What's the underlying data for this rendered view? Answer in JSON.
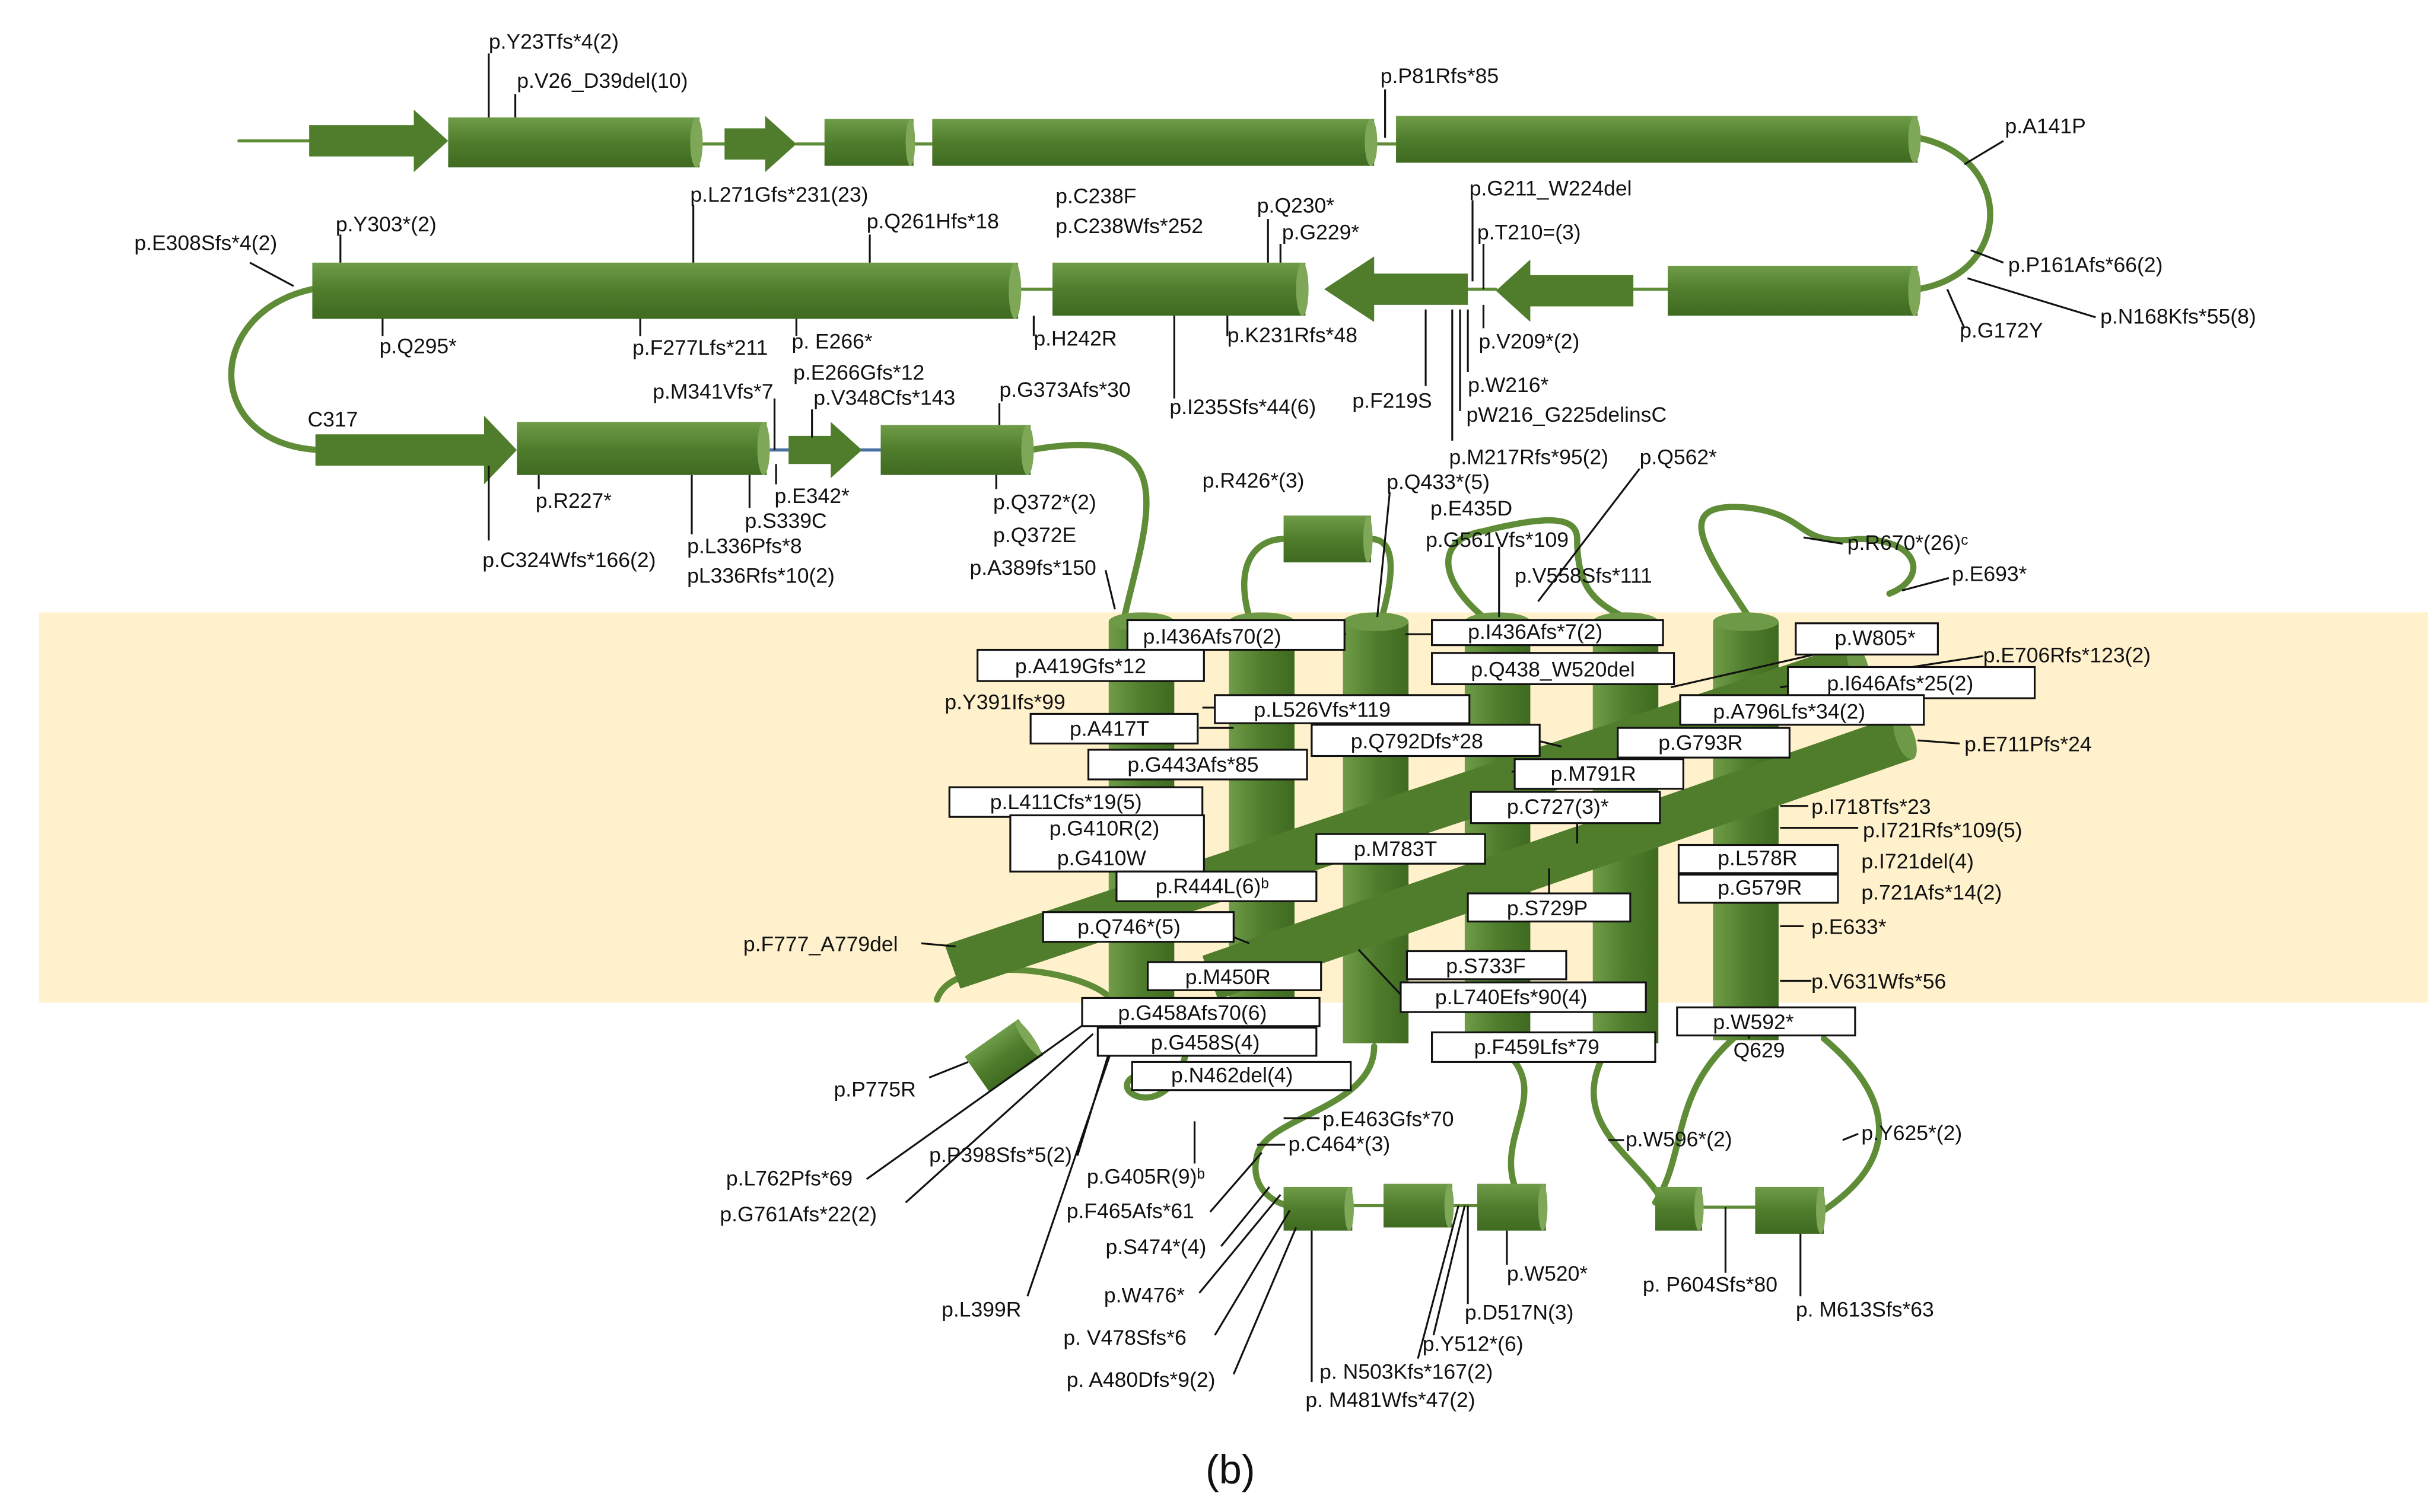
{
  "figure_label": "(b)",
  "colors": {
    "membrane_band": "#fff1cc",
    "helix": "#4f7d2c",
    "helix_end": "#6e9a48",
    "loop": "#5f8c37",
    "label_box": "#ffffff",
    "text": "#111111"
  },
  "region_labels": {
    "c317": "C317",
    "q629": "Q629"
  },
  "mutations": [
    "p.Y23Tfs*4(2)",
    "p.V26_D39del(10)",
    "p.P81Rfs*85",
    "p.A141P",
    "p.P161Afs*66(2)",
    "p.N168Kfs*55(8)",
    "p.G172Y",
    "p.G211_W224del",
    "p.T210=(3)",
    "p.V209*(2)",
    "p.Q230*",
    "p.G229*",
    "p.K231Rfs*48",
    "p.C238F",
    "p.C238Wfs*252",
    "p.H242R",
    "p.I235Sfs*44(6)",
    "p.L271Gfs*231(23)",
    "p.Q261Hfs*18",
    "p.F277Lfs*211",
    "p. E266*",
    "p.Y303*(2)",
    "p.E308Sfs*4(2)",
    "p.Q295*",
    "p.F219S",
    "p.W216*",
    "pW216_G225delinsC",
    "p.M217Rfs*95(2)",
    "p.M341Vfs*7",
    "p.E266Gfs*12",
    "p.V348Cfs*143",
    "p.G373Afs*30",
    "p.R227*",
    "p.E342*",
    "p.S339C",
    "p.L336Pfs*8",
    "pL336Rfs*10(2)",
    "p.C324Wfs*166(2)",
    "p.Q372*(2)",
    "p.Q372E",
    "p.A389fs*150",
    "p.R426*(3)",
    "p.Q433*(5)",
    "p.Q562*",
    "p.E435D",
    "p.G561Vfs*109",
    "p.R670*(26)ᶜ",
    "p.E693*",
    "p.V558Sfs*111",
    "p.I436Afs70(2)",
    "p.I436Afs*7(2)",
    "p.W805*",
    "p.E706Rfs*123(2)",
    "p.A419Gfs*12",
    "p.Q438_W520del",
    "p.I646Afs*25(2)",
    "p.Y391Ifs*99",
    "p.L526Vfs*119",
    "p.A796Lfs*34(2)",
    "p.A417T",
    "p.Q792Dfs*28",
    "p.G793R",
    "p.E711Pfs*24",
    "p.G443Afs*85",
    "p.M791R",
    "p.L411Cfs*19(5)",
    "p.C727(3)*",
    "p.I718Tfs*23",
    "p.G410R(2)",
    "p.I721Rfs*109(5)",
    "p.G410W",
    "p.M783T",
    "p.L578R",
    "p.I721del(4)",
    "p.R444L(6)ᵇ",
    "p.G579R",
    "p.721Afs*14(2)",
    "p.S729P",
    "p.Q746*(5)",
    "p.E633*",
    "p.F777_A779del",
    "p.S733F",
    "p.M450R",
    "p.V631Wfs*56",
    "p.L740Efs*90(4)",
    "p.G458Afs70(6)",
    "p.W592*",
    "p.G458S(4)",
    "p.F459Lfs*79",
    "p.N462del(4)",
    "p.P775R",
    "p.E463Gfs*70",
    "p.C464*(3)",
    "p.W596*(2)",
    "p.Y625*(2)",
    "p.L762Pfs*69",
    "p.P398Sfs*5(2)",
    "p.G405R(9)ᵇ",
    "p.G761Afs*22(2)",
    "p.F465Afs*61",
    "p.S474*(4)",
    "p.W520*",
    "p.W476*",
    "p.D517N(3)",
    "p. P604Sfs*80",
    "p.L399R",
    "p. M613Sfs*63",
    "p. V478Sfs*6",
    "p.Y512*(6)",
    "p. N503Kfs*167(2)",
    "p. A480Dfs*9(2)",
    "p. M481Wfs*47(2)"
  ]
}
